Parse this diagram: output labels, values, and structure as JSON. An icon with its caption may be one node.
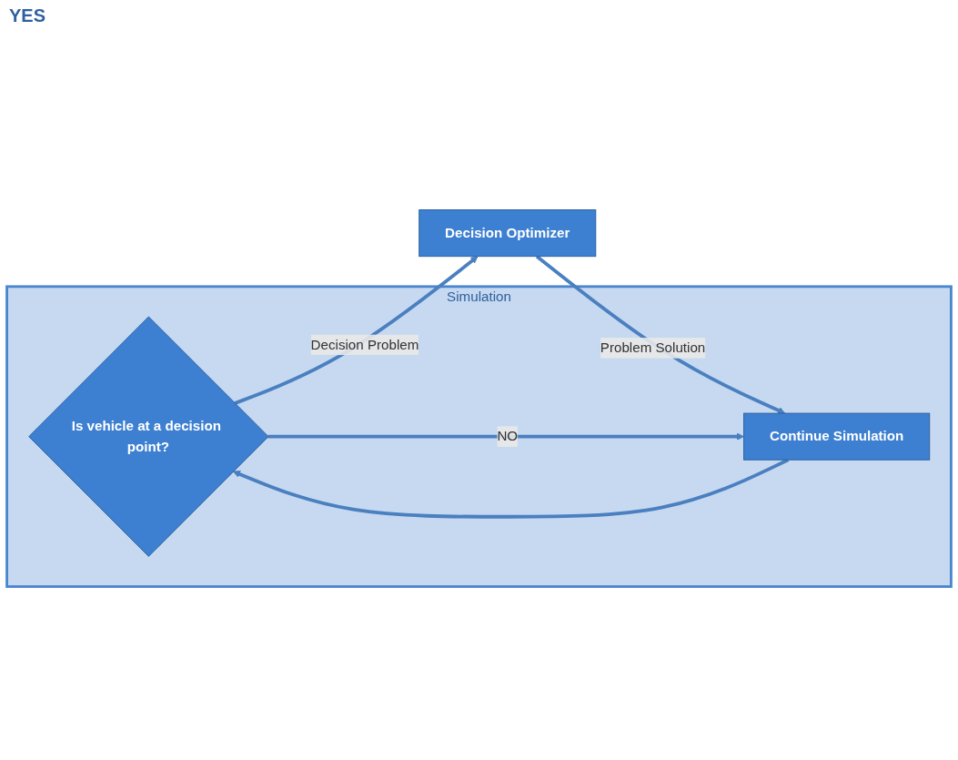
{
  "diagram": {
    "nodes": [
      {
        "text": [
          "Simulation"
        ]
      },
      {
        "text": [
          "Is vehicle at a decision point?"
        ],
        "in": 0
      },
      {
        "text": [
          "Decision Optimizer"
        ]
      },
      {
        "text": [
          "Continue Simulation"
        ],
        "in": 0
      }
    ],
    "edges": [
      {
        "from": 1,
        "to": 2,
        "arrow": "to",
        "label": "Decision Problem"
      },
      {
        "from": 1,
        "to": 3,
        "arrow": "to",
        "label": "NO"
      },
      {
        "from": 2,
        "to": 3,
        "arrow": "to",
        "label": "Problem Solution"
      },
      {
        "from": 3,
        "to": 1,
        "arrow": "to"
      }
    ],
    "labels": [
      "YES"
    ]
  }
}
